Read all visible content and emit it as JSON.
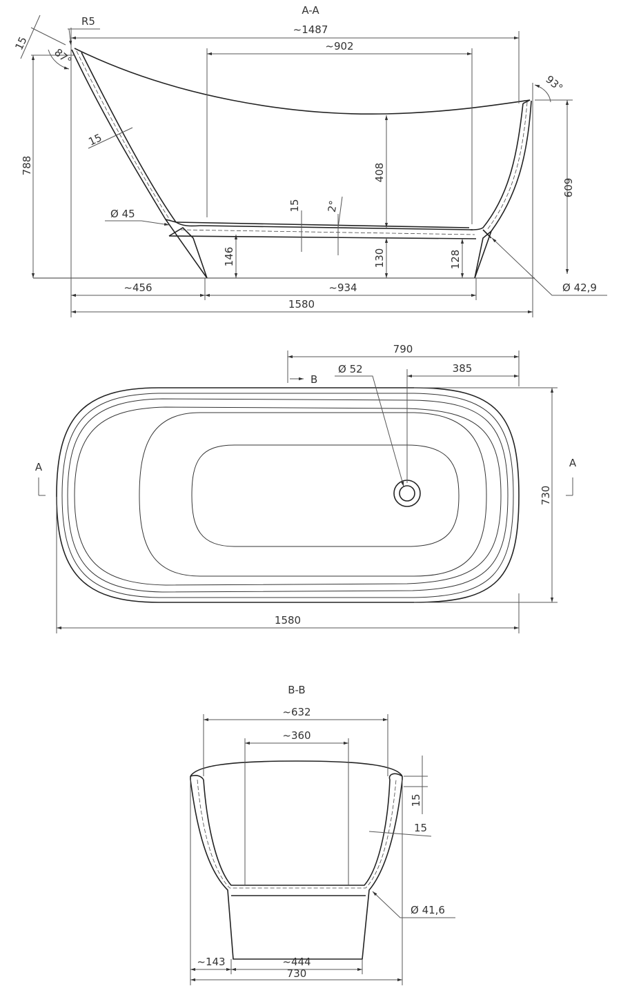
{
  "section_aa": {
    "title": "A-A",
    "radius": "R5",
    "rim_thickness": "15",
    "rim_angle_left": "87°",
    "top_length": "~1487",
    "inner_length": "~902",
    "rim_angle_right": "93°",
    "wall_thickness": "15",
    "total_height": "788",
    "water_depth": "408",
    "right_height": "609",
    "left_joint_diameter": "Ø 45",
    "floor_thickness": "15",
    "floor_slope": "2°",
    "floor_height_left": "146",
    "floor_height_mid": "130",
    "floor_height_right": "128",
    "right_joint_diameter": "Ø 42,9",
    "left_offset": "~456",
    "base_length": "~934",
    "overall_length": "1580"
  },
  "plan": {
    "overall_half": "790",
    "drain_offset": "385",
    "section_b_marker": "B",
    "drain_diameter": "Ø 52",
    "section_a_left": "A",
    "section_a_right": "A",
    "width": "730",
    "length": "1580"
  },
  "section_bb": {
    "title": "B-B",
    "top_width": "~632",
    "inner_width": "~360",
    "rim_height": "15",
    "wall_thickness": "15",
    "joint_diameter": "Ø 41,6",
    "foot_offset": "~143",
    "base_width": "~444",
    "overall_width": "730"
  }
}
